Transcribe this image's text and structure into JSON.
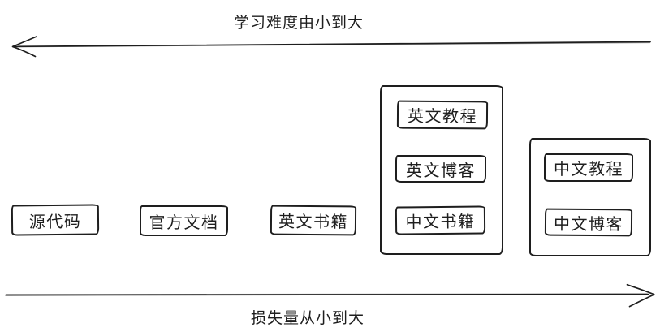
{
  "axes": {
    "difficulty": {
      "label": "学习难度由小到大",
      "direction": "left"
    },
    "loss": {
      "label": "损失量从小到大",
      "direction": "right"
    }
  },
  "boxes": {
    "source_code": "源代码",
    "official_docs": "官方文档",
    "english_books": "英文书籍",
    "english_group": {
      "english_tutorials": "英文教程",
      "english_blogs": "英文博客",
      "chinese_books": "中文书籍"
    },
    "chinese_group": {
      "chinese_tutorials": "中文教程",
      "chinese_blogs": "中文博客"
    }
  },
  "colors": {
    "stroke": "#1e1e1e",
    "background": "#ffffff"
  }
}
